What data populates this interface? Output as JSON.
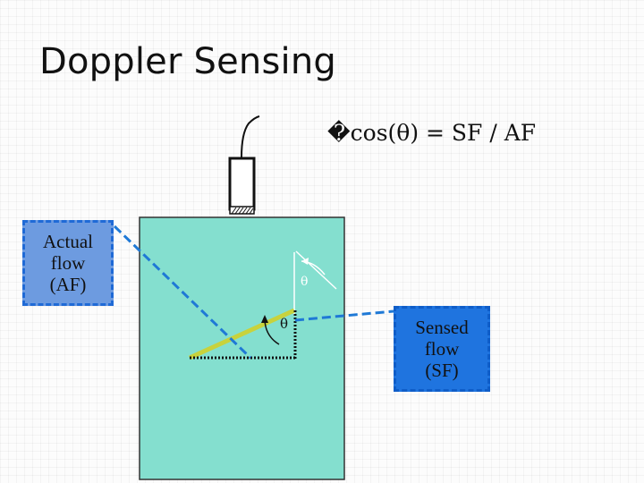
{
  "slide": {
    "title": "Doppler Sensing",
    "formula": "�cos(θ) = SF / AF"
  },
  "actual_flow_label": {
    "line1": "Actual",
    "line2": "flow",
    "line3": "(AF)"
  },
  "sensed_flow_label": {
    "line1": "Sensed",
    "line2": "flow",
    "line3": "(SF)"
  },
  "angle_labels": {
    "upper": "θ",
    "lower": "θ"
  },
  "colors": {
    "vessel_fill": "#84dfcf",
    "flow_vector": "#c8d23c",
    "callout_line": "#1f79d6",
    "actual_box": "#6d9be0",
    "sensed_box": "#1f74df"
  }
}
